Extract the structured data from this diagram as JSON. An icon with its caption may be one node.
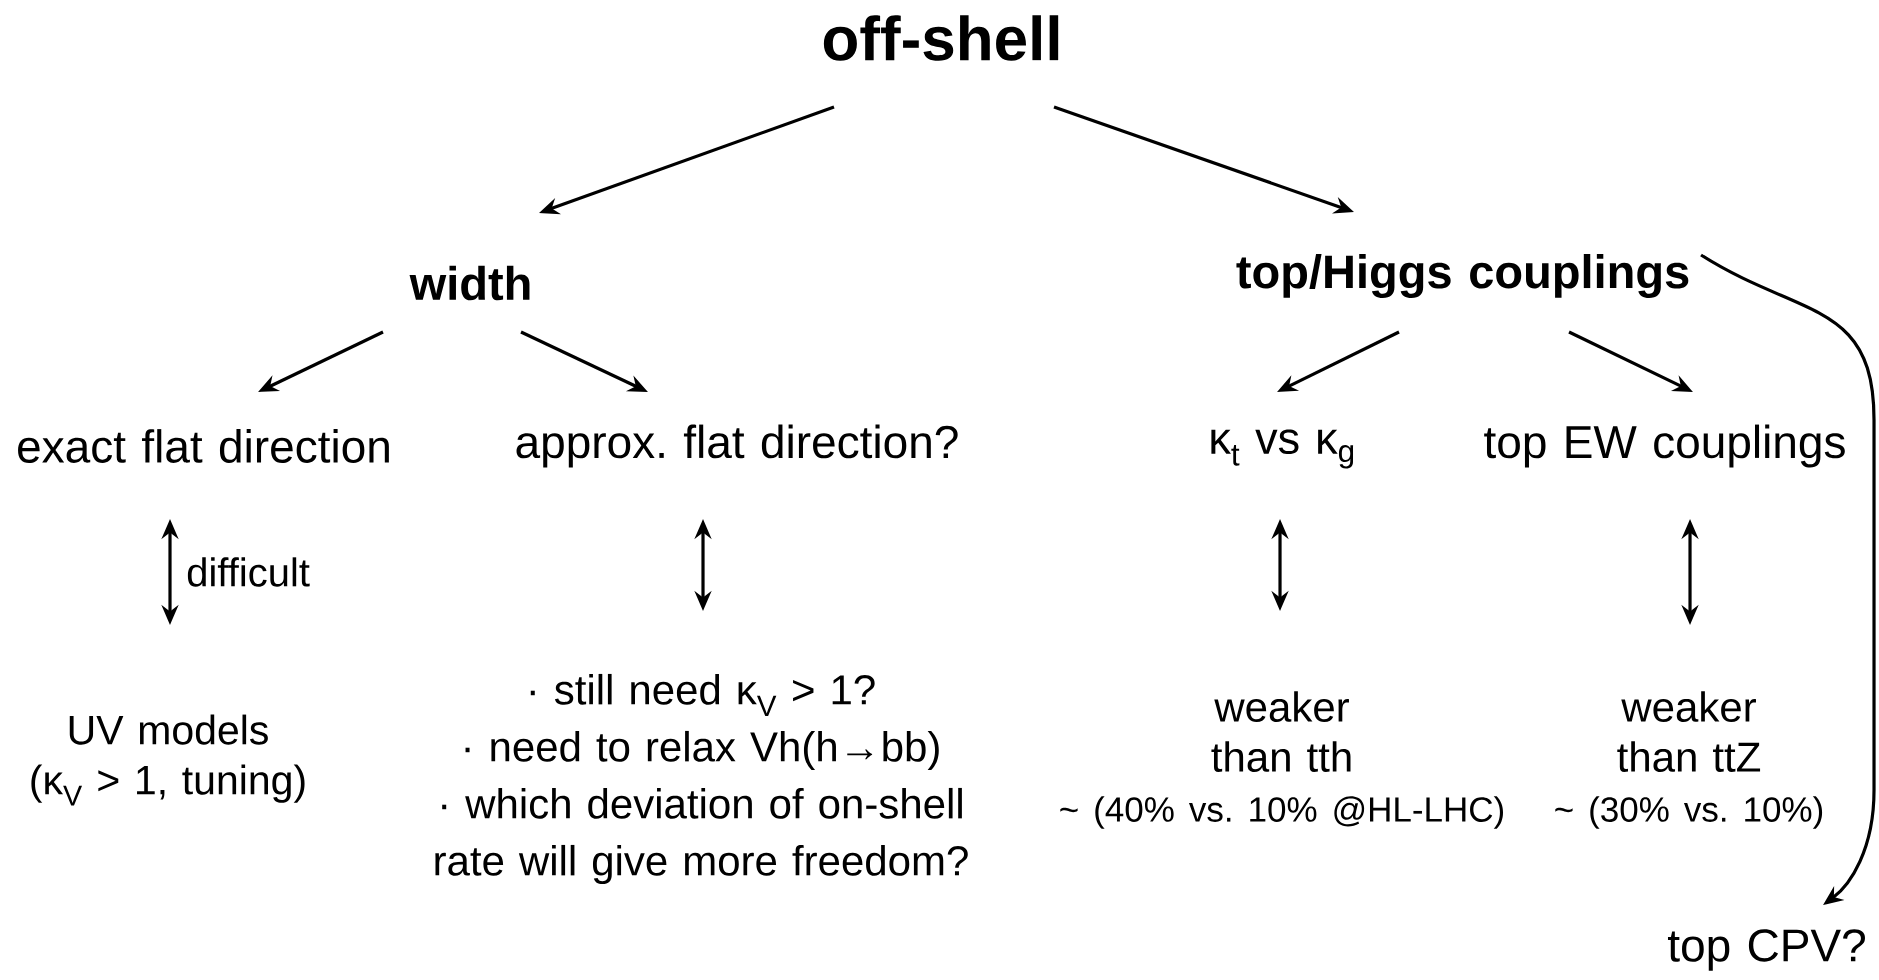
{
  "diagram": {
    "nodes": [
      {
        "text": [
          "off-shell"
        ]
      },
      {
        "text": [
          "width"
        ]
      },
      {
        "text": [
          "top/Higgs couplings"
        ]
      },
      {
        "text": [
          "exact flat direction"
        ]
      },
      {
        "text": [
          "approx. flat direction?"
        ]
      },
      {
        "text": [
          "κ$_{t}$ vs κ$_{g}$"
        ]
      },
      {
        "text": [
          "top EW couplings"
        ]
      },
      {
        "text": [
          "UV models",
          "(κ$_{V}$ > 1, tuning)"
        ]
      },
      {
        "text": [
          "· still need κ$_{V}$ > 1?",
          "· need to relax Vh(h→bb)",
          "· which deviation of on-shell rate will give more freedom?"
        ]
      },
      {
        "text": [
          "weaker than tth",
          "~ (40% vs. 10% @HL-LHC)"
        ]
      },
      {
        "text": [
          "weaker than ttZ",
          "~ (30% vs. 10%)"
        ]
      },
      {
        "text": [
          "top CPV?"
        ]
      }
    ],
    "edges": [
      {
        "from": 0,
        "to": 1,
        "arrow": "to"
      },
      {
        "from": 0,
        "to": 2,
        "arrow": "to"
      },
      {
        "from": 1,
        "to": 3,
        "arrow": "to"
      },
      {
        "from": 1,
        "to": 4,
        "arrow": "to"
      },
      {
        "from": 2,
        "to": 5,
        "arrow": "to"
      },
      {
        "from": 2,
        "to": 6,
        "arrow": "to"
      },
      {
        "from": 2,
        "to": 11,
        "arrow": "to"
      },
      {
        "from": 3,
        "to": 7,
        "arrow": "both",
        "label": "difficult"
      },
      {
        "from": 4,
        "to": 8,
        "arrow": "both"
      },
      {
        "from": 5,
        "to": 9,
        "arrow": "both"
      },
      {
        "from": 6,
        "to": 10,
        "arrow": "both"
      }
    ]
  }
}
